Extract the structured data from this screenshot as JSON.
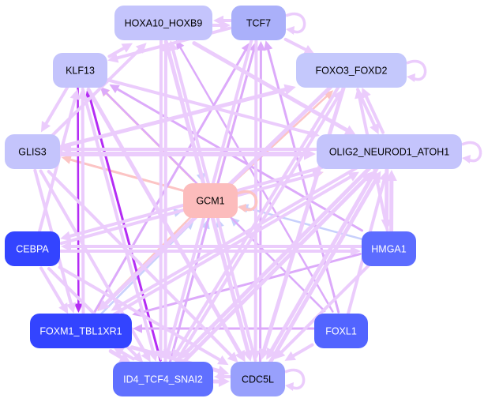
{
  "nodes": [
    {
      "id": "HOXA10_HOXB9",
      "label": "HOXA10_HOXB9",
      "fill": "#c4c4fc",
      "text": "#000000"
    },
    {
      "id": "TCF7",
      "label": "TCF7",
      "fill": "#aab0fa",
      "text": "#000000"
    },
    {
      "id": "KLF13",
      "label": "KLF13",
      "fill": "#c4c4fc",
      "text": "#000000"
    },
    {
      "id": "FOXO3_FOXD2",
      "label": "FOXO3_FOXD2",
      "fill": "#c4c8fc",
      "text": "#000000"
    },
    {
      "id": "GLIS3",
      "label": "GLIS3",
      "fill": "#c4c4fc",
      "text": "#000000"
    },
    {
      "id": "OLIG2_NEUROD1_ATOH1",
      "label": "OLIG2_NEUROD1_ATOH1",
      "fill": "#c4c4fc",
      "text": "#000000"
    },
    {
      "id": "GCM1",
      "label": "GCM1",
      "fill": "#fcbcbc",
      "text": "#000000"
    },
    {
      "id": "CEBPA",
      "label": "CEBPA",
      "fill": "#3344ff",
      "text": "#ffffff"
    },
    {
      "id": "HMGA1",
      "label": "HMGA1",
      "fill": "#5c6cff",
      "text": "#ffffff"
    },
    {
      "id": "FOXM1_TBL1XR1",
      "label": "FOXM1_TBL1XR1",
      "fill": "#3344ff",
      "text": "#ffffff"
    },
    {
      "id": "FOXL1",
      "label": "FOXL1",
      "fill": "#5264ff",
      "text": "#ffffff"
    },
    {
      "id": "ID4_TCF4_SNAI2",
      "label": "ID4_TCF4_SNAI2",
      "fill": "#6070ff",
      "text": "#ffffff"
    },
    {
      "id": "CDC5L",
      "label": "CDC5L",
      "fill": "#98a0fc",
      "text": "#000000"
    }
  ],
  "edge_colors": {
    "light": "#ebccfc",
    "medium": "#dcaafa",
    "strong": "#b42cf4",
    "pink": "#fcc4c4",
    "blue": "#c8d0fc"
  },
  "edges": [
    [
      "GCM1",
      "KLF13",
      "pink",
      3
    ],
    [
      "GCM1",
      "HOXA10_HOXB9",
      "pink",
      2
    ],
    [
      "GCM1",
      "TCF7",
      "pink",
      2.5
    ],
    [
      "GCM1",
      "GLIS3",
      "pink",
      3
    ],
    [
      "GCM1",
      "FOXO3_FOXD2",
      "pink",
      2.5
    ],
    [
      "GCM1",
      "OLIG2_NEUROD1_ATOH1",
      "pink",
      3
    ],
    [
      "GCM1",
      "FOXM1_TBL1XR1",
      "pink",
      2.5
    ],
    [
      "GCM1",
      "ID4_TCF4_SNAI2",
      "pink",
      2.5
    ],
    [
      "HOXA10_HOXB9",
      "GCM1",
      "blue",
      3
    ],
    [
      "CEBPA",
      "GCM1",
      "blue",
      2.5
    ],
    [
      "HMGA1",
      "GCM1",
      "blue",
      2.5
    ],
    [
      "FOXL1",
      "GCM1",
      "blue",
      2.5
    ],
    [
      "CDC5L",
      "GCM1",
      "blue",
      2.5
    ],
    [
      "ID4_TCF4_SNAI2",
      "GCM1",
      "blue",
      2.5
    ],
    [
      "FOXM1_TBL1XR1",
      "GCM1",
      "blue",
      2.5
    ],
    [
      "ID4_TCF4_SNAI2",
      "KLF13",
      "strong",
      3
    ],
    [
      "KLF13",
      "FOXM1_TBL1XR1",
      "strong",
      2.5
    ],
    [
      "FOXM1_TBL1XR1",
      "TCF7",
      "medium",
      3
    ],
    [
      "ID4_TCF4_SNAI2",
      "TCF7",
      "medium",
      3
    ],
    [
      "HMGA1",
      "KLF13",
      "medium",
      3
    ],
    [
      "FOXL1",
      "FOXM1_TBL1XR1",
      "medium",
      3
    ],
    [
      "HMGA1",
      "FOXM1_TBL1XR1",
      "medium",
      3
    ],
    [
      "FOXL1",
      "TCF7",
      "medium",
      3
    ],
    [
      "FOXL1",
      "KLF13",
      "medium",
      2.5
    ],
    [
      "CDC5L",
      "TCF7",
      "medium",
      3
    ],
    [
      "FOXL1",
      "HOXA10_HOXB9",
      "medium",
      2.5
    ],
    [
      "HOXA10_HOXB9",
      "TCF7",
      "light",
      4
    ],
    [
      "TCF7",
      "HOXA10_HOXB9",
      "light",
      4
    ],
    [
      "KLF13",
      "HOXA10_HOXB9",
      "light",
      4
    ],
    [
      "TCF7",
      "KLF13",
      "light",
      4
    ],
    [
      "TCF7",
      "FOXO3_FOXD2",
      "light",
      4
    ],
    [
      "HOXA10_HOXB9",
      "OLIG2_NEUROD1_ATOH1",
      "light",
      5
    ],
    [
      "KLF13",
      "OLIG2_NEUROD1_ATOH1",
      "light",
      4
    ],
    [
      "GLIS3",
      "OLIG2_NEUROD1_ATOH1",
      "light",
      6
    ],
    [
      "OLIG2_NEUROD1_ATOH1",
      "GLIS3",
      "light",
      4
    ],
    [
      "GLIS3",
      "FOXO3_FOXD2",
      "light",
      5
    ],
    [
      "FOXO3_FOXD2",
      "OLIG2_NEUROD1_ATOH1",
      "light",
      4
    ],
    [
      "OLIG2_NEUROD1_ATOH1",
      "FOXO3_FOXD2",
      "light",
      4
    ],
    [
      "HMGA1",
      "OLIG2_NEUROD1_ATOH1",
      "light",
      5
    ],
    [
      "OLIG2_NEUROD1_ATOH1",
      "HMGA1",
      "light",
      5
    ],
    [
      "CEBPA",
      "HMGA1",
      "light",
      4
    ],
    [
      "HMGA1",
      "CEBPA",
      "light",
      4
    ],
    [
      "CEBPA",
      "FOXM1_TBL1XR1",
      "light",
      4
    ],
    [
      "GLIS3",
      "FOXM1_TBL1XR1",
      "light",
      4
    ],
    [
      "GLIS3",
      "CDC5L",
      "light",
      4
    ],
    [
      "GLIS3",
      "ID4_TCF4_SNAI2",
      "light",
      4
    ],
    [
      "KLF13",
      "CDC5L",
      "light",
      5
    ],
    [
      "KLF13",
      "ID4_TCF4_SNAI2",
      "light",
      4
    ],
    [
      "HOXA10_HOXB9",
      "ID4_TCF4_SNAI2",
      "light",
      4
    ],
    [
      "HOXA10_HOXB9",
      "CDC5L",
      "light",
      5
    ],
    [
      "TCF7",
      "ID4_TCF4_SNAI2",
      "light",
      4
    ],
    [
      "TCF7",
      "CDC5L",
      "light",
      4
    ],
    [
      "FOXO3_FOXD2",
      "CDC5L",
      "light",
      5
    ],
    [
      "FOXO3_FOXD2",
      "ID4_TCF4_SNAI2",
      "light",
      4
    ],
    [
      "FOXO3_FOXD2",
      "FOXM1_TBL1XR1",
      "light",
      5
    ],
    [
      "OLIG2_NEUROD1_ATOH1",
      "CDC5L",
      "light",
      5
    ],
    [
      "OLIG2_NEUROD1_ATOH1",
      "ID4_TCF4_SNAI2",
      "light",
      5
    ],
    [
      "OLIG2_NEUROD1_ATOH1",
      "FOXM1_TBL1XR1",
      "light",
      4
    ],
    [
      "OLIG2_NEUROD1_ATOH1",
      "CEBPA",
      "light",
      4
    ],
    [
      "FOXL1",
      "CDC5L",
      "light",
      4
    ],
    [
      "FOXL1",
      "OLIG2_NEUROD1_ATOH1",
      "light",
      4
    ],
    [
      "HMGA1",
      "CDC5L",
      "light",
      4
    ],
    [
      "CEBPA",
      "CDC5L",
      "light",
      4
    ],
    [
      "CEBPA",
      "ID4_TCF4_SNAI2",
      "light",
      4
    ],
    [
      "FOXM1_TBL1XR1",
      "CDC5L",
      "light",
      5
    ],
    [
      "ID4_TCF4_SNAI2",
      "CDC5L",
      "light",
      5
    ],
    [
      "CDC5L",
      "ID4_TCF4_SNAI2",
      "light",
      4
    ],
    [
      "FOXM1_TBL1XR1",
      "ID4_TCF4_SNAI2",
      "light",
      5
    ],
    [
      "ID4_TCF4_SNAI2",
      "FOXM1_TBL1XR1",
      "light",
      4
    ],
    [
      "FOXM1_TBL1XR1",
      "KLF13",
      "light",
      4
    ],
    [
      "ID4_TCF4_SNAI2",
      "HOXA10_HOXB9",
      "light",
      4
    ],
    [
      "CDC5L",
      "HOXA10_HOXB9",
      "light",
      4
    ],
    [
      "CEBPA",
      "KLF13",
      "light",
      4
    ],
    [
      "GLIS3",
      "HOXA10_HOXB9",
      "light",
      4
    ],
    [
      "CEBPA",
      "OLIG2_NEUROD1_ATOH1",
      "light",
      4
    ],
    [
      "FOXM1_TBL1XR1",
      "OLIG2_NEUROD1_ATOH1",
      "light",
      4
    ],
    [
      "ID4_TCF4_SNAI2",
      "OLIG2_NEUROD1_ATOH1",
      "light",
      5
    ],
    [
      "CDC5L",
      "OLIG2_NEUROD1_ATOH1",
      "light",
      5
    ],
    [
      "HMGA1",
      "FOXO3_FOXD2",
      "light",
      4
    ],
    [
      "ID4_TCF4_SNAI2",
      "FOXO3_FOXD2",
      "light",
      4
    ],
    [
      "KLF13",
      "GLIS3",
      "light",
      4
    ]
  ],
  "self_loops": [
    [
      "TCF7",
      "light"
    ],
    [
      "FOXO3_FOXD2",
      "light"
    ],
    [
      "OLIG2_NEUROD1_ATOH1",
      "light"
    ],
    [
      "GCM1",
      "pink"
    ],
    [
      "CDC5L",
      "light"
    ]
  ]
}
